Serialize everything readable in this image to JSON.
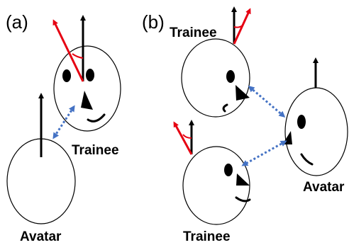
{
  "panels": {
    "a": {
      "label": "(a)",
      "trainee_label": "Trainee",
      "avatar_label": "Avatar"
    },
    "b": {
      "label": "(b)",
      "trainee_top_label": "Trainee",
      "trainee_bottom_label": "Trainee",
      "avatar_label": "Avatar"
    }
  },
  "colors": {
    "outline": "#000000",
    "head_direction_arrow": "#e60012",
    "gaze_arrow": "#4472c4"
  }
}
